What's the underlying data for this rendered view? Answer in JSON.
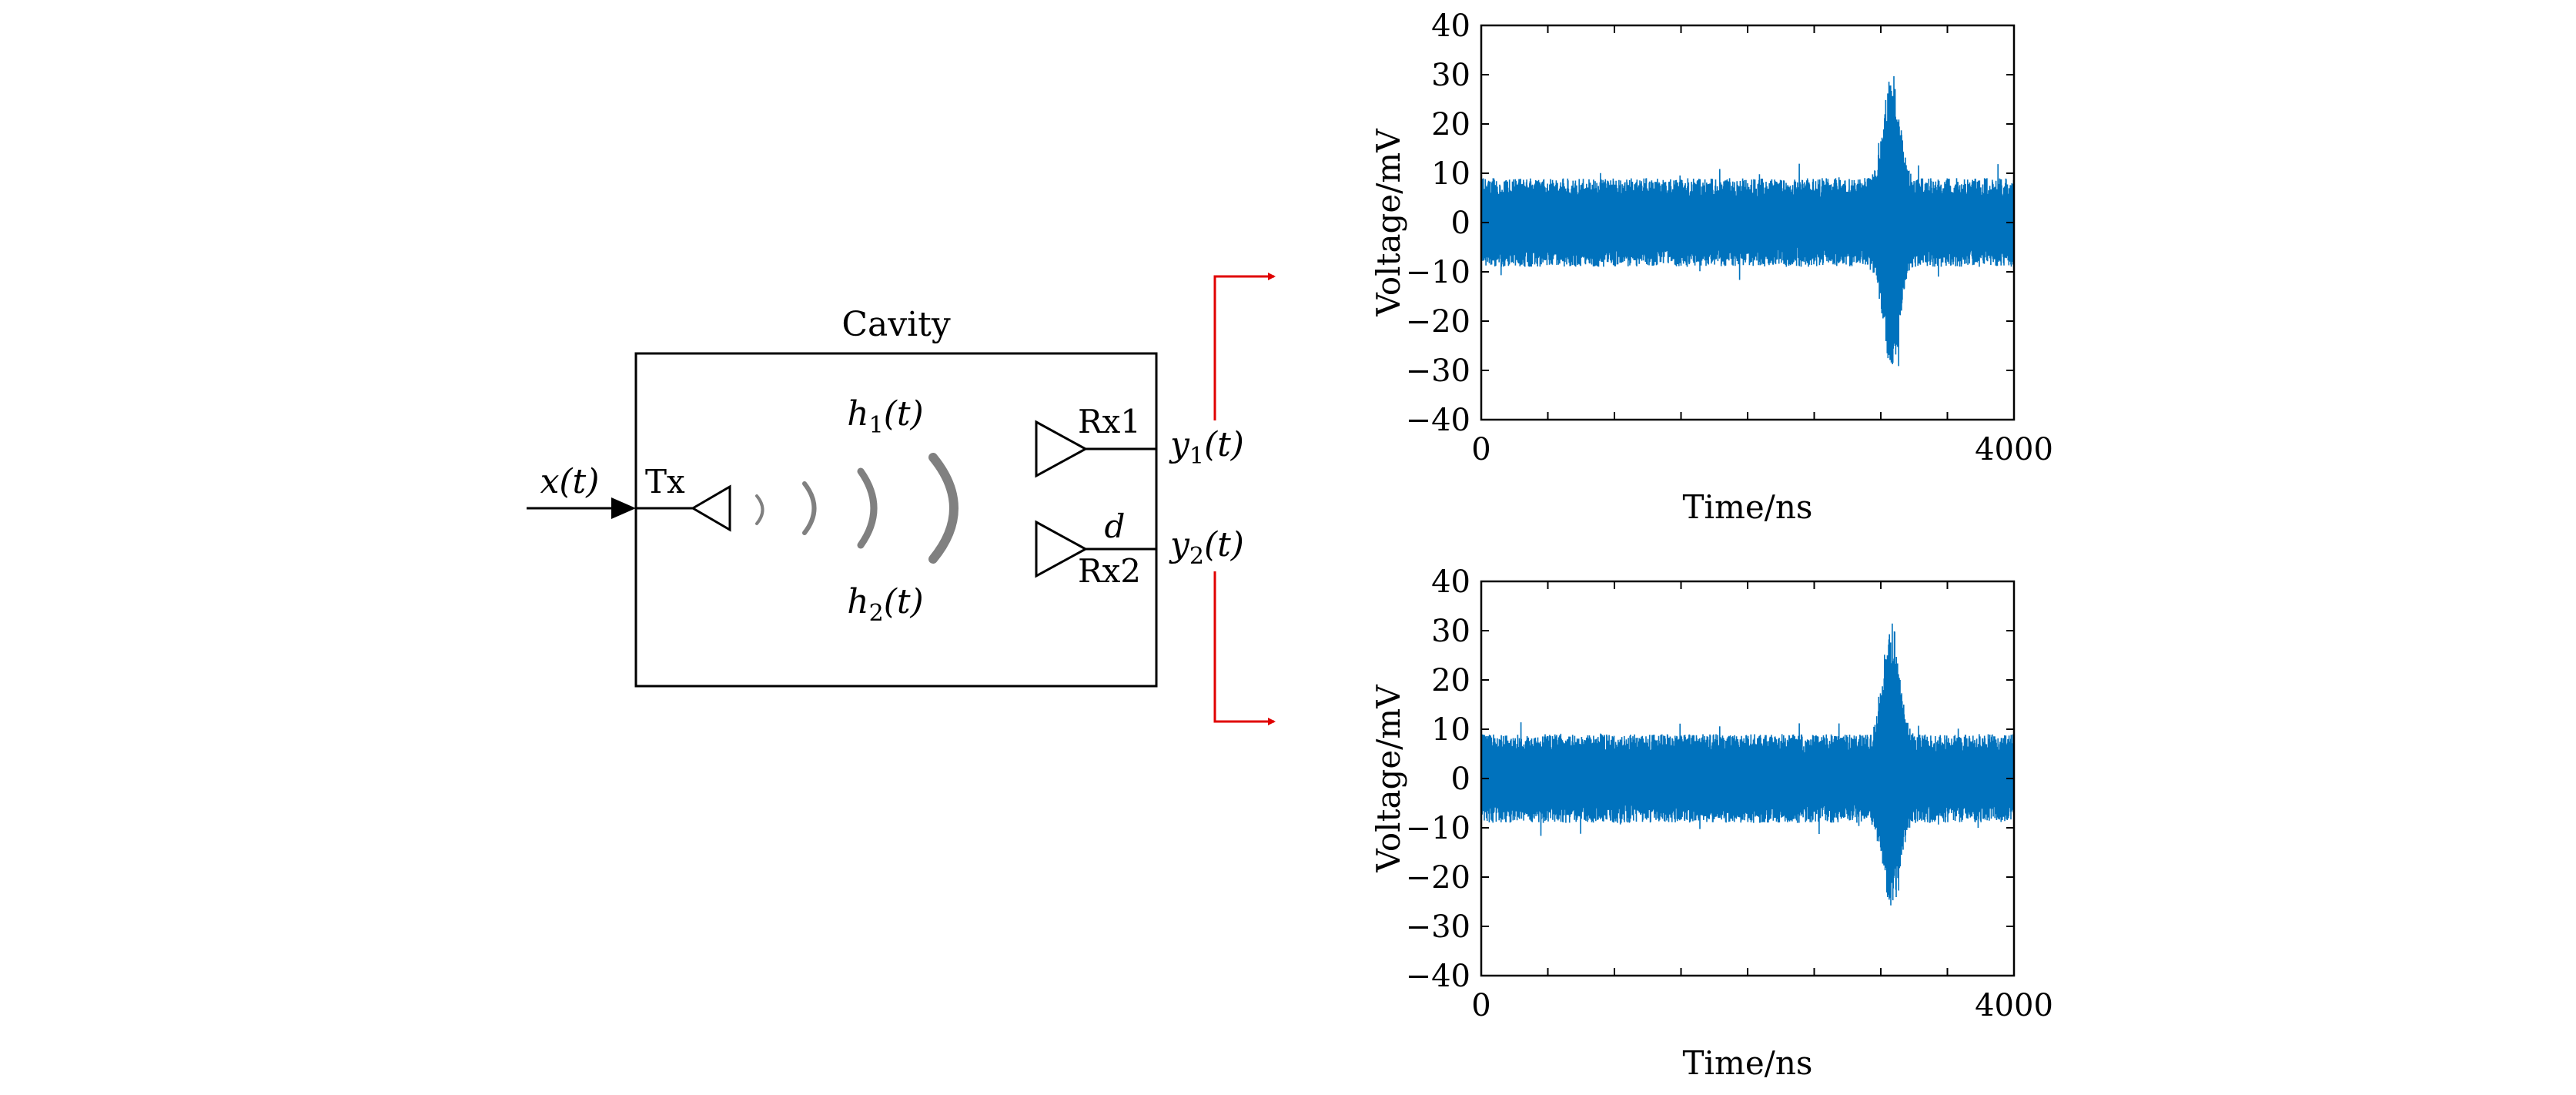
{
  "colors": {
    "signal": "#0072bd",
    "arrow": "#e00000",
    "wave": "#808080",
    "line": "#000000"
  },
  "diagram": {
    "cavity_label": "Cavity",
    "input_label": "x(t)",
    "tx_label": "Tx",
    "rx1_label": "Rx1",
    "rx2_label": "Rx2",
    "d_label": "d",
    "h1": {
      "base": "h",
      "sub": "1",
      "tail": "(t)"
    },
    "h2": {
      "base": "h",
      "sub": "2",
      "tail": "(t)"
    },
    "y1": {
      "base": "y",
      "sub": "1",
      "tail": "(t)"
    },
    "y2": {
      "base": "y",
      "sub": "2",
      "tail": "(t)"
    }
  },
  "chart_data": [
    {
      "type": "line",
      "xlabel": "Time/ns",
      "ylabel": "Voltage/mV",
      "xlim": [
        0,
        4000
      ],
      "ylim": [
        -40,
        40
      ],
      "xticks": [
        "0",
        "4000"
      ],
      "yticks": [
        "40",
        "30",
        "20",
        "10",
        "0",
        "−10",
        "−20",
        "−30",
        "−40"
      ],
      "grid": false,
      "noise_band_mV": [
        -9,
        9
      ],
      "pulse_time_ns": 3080,
      "pulse_peak_mV": 31,
      "pulse_trough_mV": -32
    },
    {
      "type": "line",
      "xlabel": "Time/ns",
      "ylabel": "Voltage/mV",
      "xlim": [
        0,
        4000
      ],
      "ylim": [
        -40,
        40
      ],
      "xticks": [
        "0",
        "4000"
      ],
      "yticks": [
        "40",
        "30",
        "20",
        "10",
        "0",
        "−10",
        "−20",
        "−30",
        "−40"
      ],
      "grid": false,
      "noise_band_mV": [
        -9,
        9
      ],
      "pulse_time_ns": 3080,
      "pulse_peak_mV": 33,
      "pulse_trough_mV": -28
    }
  ]
}
